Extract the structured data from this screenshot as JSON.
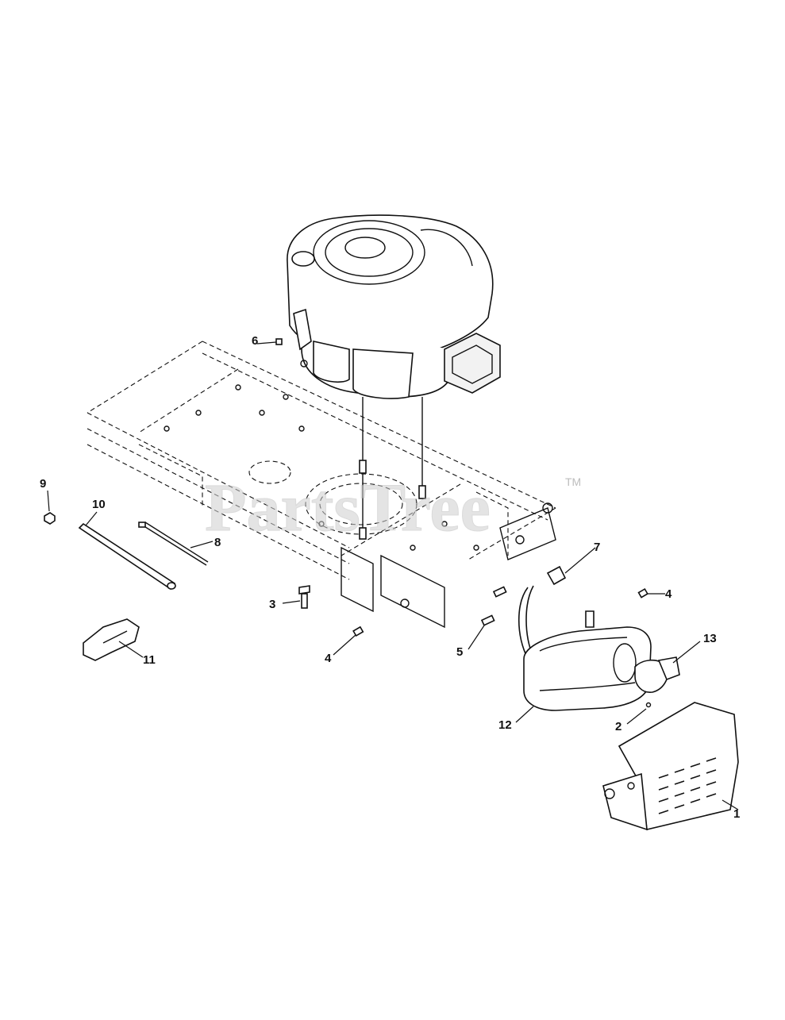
{
  "watermark": {
    "text": "PartsTree",
    "trademark": "TM"
  },
  "callouts": [
    {
      "id": "1",
      "label": "1"
    },
    {
      "id": "2",
      "label": "2"
    },
    {
      "id": "3",
      "label": "3"
    },
    {
      "id": "4a",
      "label": "4"
    },
    {
      "id": "4b",
      "label": "4"
    },
    {
      "id": "5",
      "label": "5"
    },
    {
      "id": "6",
      "label": "6"
    },
    {
      "id": "7",
      "label": "7"
    },
    {
      "id": "8",
      "label": "8"
    },
    {
      "id": "9",
      "label": "9"
    },
    {
      "id": "10",
      "label": "10"
    },
    {
      "id": "11",
      "label": "11"
    },
    {
      "id": "12",
      "label": "12"
    },
    {
      "id": "13",
      "label": "13"
    }
  ]
}
